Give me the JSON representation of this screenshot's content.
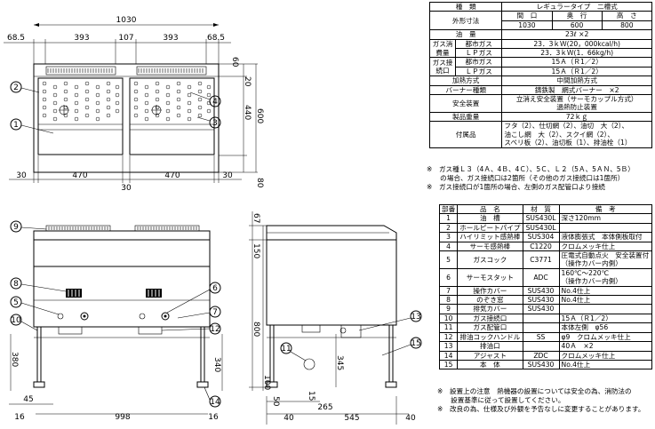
{
  "top_view": {
    "total_width": "1030",
    "segments": [
      "68.5",
      "393",
      "107",
      "393",
      "68.5"
    ],
    "right_dims": [
      "60",
      "20",
      "440",
      "600"
    ],
    "bottom_dims": [
      "30",
      "470",
      "470",
      "30",
      "80"
    ],
    "center_gap": "30",
    "callouts": [
      "2",
      "1",
      "4",
      "3"
    ]
  },
  "front_view": {
    "callouts_left": [
      "9",
      "8",
      "5",
      "10"
    ],
    "callouts_right": [
      "6",
      "7",
      "12",
      "14"
    ],
    "height_dims": [
      "380",
      "340"
    ],
    "bottom_dims": [
      "45",
      "998",
      "16",
      "16"
    ]
  },
  "side_view": {
    "callouts": [
      "13",
      "11",
      "15"
    ],
    "vert_dims": [
      "67",
      "150",
      "800",
      "345",
      "100",
      "50",
      "15"
    ],
    "bottom_dims": [
      "40",
      "265",
      "545",
      "40"
    ]
  },
  "spec_table": {
    "rows": [
      {
        "label": "種　類",
        "value": "レギュラータイプ　二槽式"
      },
      {
        "label": "外形寸法",
        "sub": [
          "間　口",
          "奥　行",
          "高　さ"
        ],
        "vals": [
          "1030",
          "600",
          "800"
        ]
      },
      {
        "label": "油　量",
        "value": "23ℓ ×2"
      },
      {
        "label": "ガス消費量",
        "sub1": "都市ガス",
        "v1": "23．3ｋＷ(20，000kcal/h)",
        "sub2": "ＬＰガス",
        "v2": "23．3ｋＷ(1．66kg/h)"
      },
      {
        "label": "ガス接続口",
        "sub1": "都市ガス",
        "v1": "15Ａ（Ｒ1／2）",
        "sub2": "ＬＰガス",
        "v2": "15Ａ（Ｒ1／2）"
      },
      {
        "label": "加熱方式",
        "value": "中間加熱方式"
      },
      {
        "label": "バーナー種類",
        "value": "鋳鉄製　網式バーナー　×2"
      },
      {
        "label": "安全装置",
        "lines": [
          "立消え安全装置（サーモカップル方式）",
          "過熱防止装置"
        ]
      },
      {
        "label": "製品重量",
        "value": "72ｋｇ"
      },
      {
        "label": "付属品",
        "lines": [
          "フタ（2）、仕切網（2）、油切　大（2）、",
          "油こし網　大（2）、スクイ網（2）、",
          "スベリ板（2）、油切板（1）、排油栓（1）"
        ]
      }
    ],
    "notes": [
      "※　ガス種Ｌ３（4Ａ、4Ｂ、4Ｃ）、5Ｃ、Ｌ２（5Ａ、5ＡＮ、5Ｂ）",
      "　　の場合、ガス接続口は2箇所（その他のガス接続口は1箇所）",
      "※　ガス接続口が1箇所の場合、左側のガス配管口より接続"
    ]
  },
  "parts_table": {
    "headers": [
      "部番",
      "品　名",
      "材　質",
      "備　考"
    ],
    "rows": [
      [
        "1",
        "油　槽",
        "SUS430L",
        "深さ120mm"
      ],
      [
        "2",
        "ホールピートパイプ",
        "SUS430L",
        ""
      ],
      [
        "3",
        "ハイリミット感熱棒",
        "SUS304",
        "液体膨張式　本体側板取付"
      ],
      [
        "4",
        "サーモ感熱棒",
        "C1220",
        "クロムメッキ仕上"
      ],
      [
        "5",
        "ガスコック",
        "C3771",
        "圧電式自動点火　安全装置付|（操作カバー内側）"
      ],
      [
        "6",
        "サーモスタット",
        "ADC",
        "160℃～220℃|（操作カバー内側）"
      ],
      [
        "7",
        "操作カバー",
        "SUS430",
        "No.4仕上"
      ],
      [
        "8",
        "のぞき窓",
        "SUS430",
        "No.4仕上"
      ],
      [
        "9",
        "排気カバー",
        "SUS430",
        ""
      ],
      [
        "10",
        "ガス接続口",
        "",
        "15Ａ（Ｒ1／2）"
      ],
      [
        "11",
        "ガス配管口",
        "",
        "本体左側　φ56"
      ],
      [
        "12",
        "排油コックハンドル",
        "SS",
        "φ9　クロムメッキ仕上"
      ],
      [
        "13",
        "排油口",
        "",
        "40Ａ　×2"
      ],
      [
        "14",
        "アジャスト",
        "ZDC",
        "クロムメッキ仕上"
      ],
      [
        "15",
        "本　体",
        "SUS430",
        "No.4仕上"
      ]
    ],
    "notes": [
      "※　設置上の注意　熱機器の設置については安全の為、消防法の",
      "　　設置基準に従って設置してください。",
      "※　改良の為、仕様及び外観を予告なしに変更することがあります。"
    ]
  }
}
